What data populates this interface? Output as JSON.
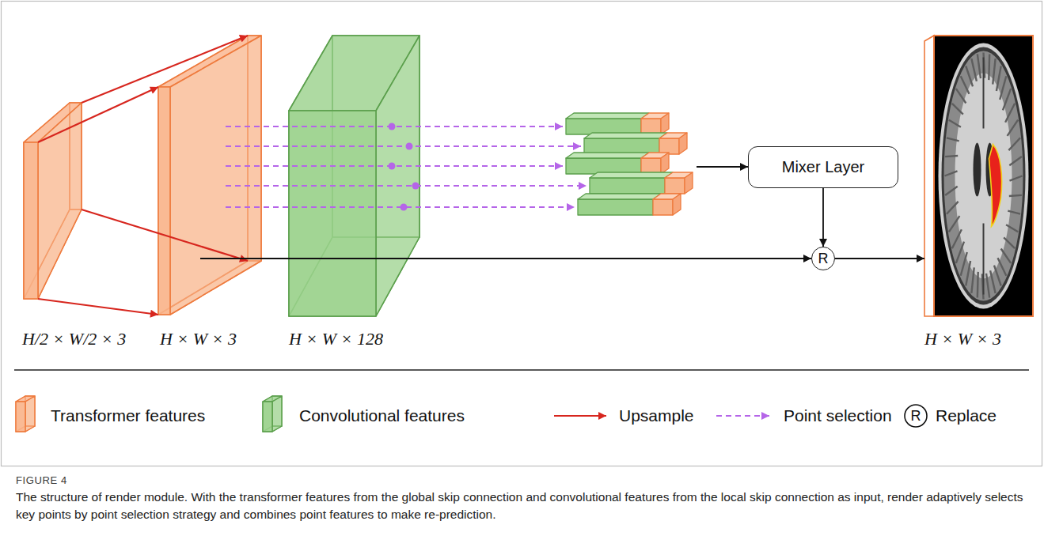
{
  "diagram": {
    "caption": "The structure of render module. With the transformer features from the global skip connection and convolutional features from the local skip connection as input, render adaptively selects key points by point selection strategy and combines point features to make re-prediction.",
    "nodes": [
      {
        "text": [
          "H/2 × W/2 × 3"
        ]
      },
      {
        "text": [
          "H × W × 3"
        ]
      },
      {
        "text": [
          "H × W × 128"
        ]
      },
      {
        "text": [
          "Mixer Layer"
        ]
      },
      {
        "text": [
          "R"
        ]
      },
      {
        "text": [
          "H × W × 3"
        ]
      }
    ],
    "edges": [
      {
        "from": 0,
        "to": 1,
        "arrow": "to"
      },
      {
        "from": 0,
        "to": 1,
        "arrow": "to"
      },
      {
        "from": 0,
        "to": 1,
        "arrow": "to"
      },
      {
        "from": 0,
        "to": 1,
        "arrow": "to"
      },
      {
        "from": 1,
        "to": 4,
        "arrow": "to"
      },
      {
        "from": 3,
        "to": 4,
        "arrow": "to"
      },
      {
        "from": 4,
        "to": 5,
        "arrow": "to"
      }
    ],
    "labels": [
      "R",
      "FIGURE 4"
    ],
    "legend": [
      {
        "text": "Transformer features",
        "color": "#f9b48b"
      },
      {
        "text": "Convolutional features",
        "color": "#9ad18b"
      },
      {
        "text": "Upsample"
      },
      {
        "text": "Point selection"
      },
      {
        "text": "Replace"
      }
    ]
  }
}
